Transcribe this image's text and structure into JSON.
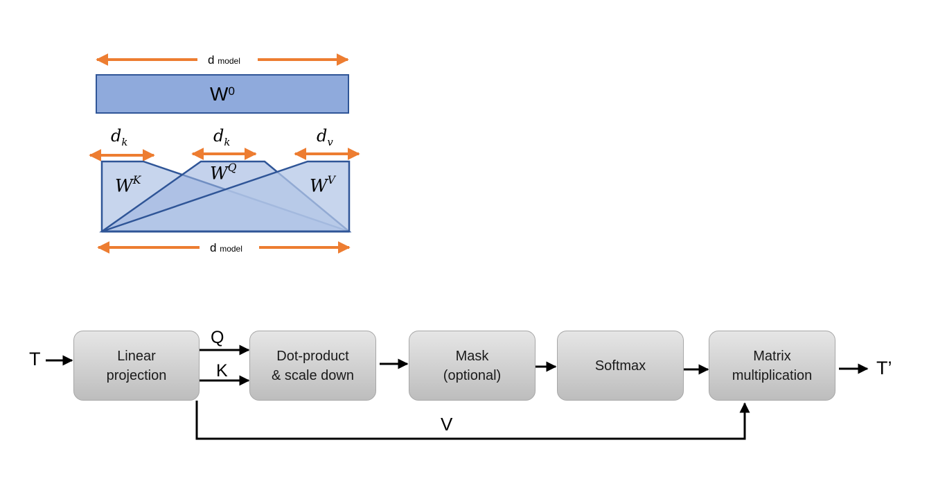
{
  "top_diagram": {
    "dmodel_top": {
      "base": "d",
      "sub": "model"
    },
    "w0": {
      "base": "W",
      "sup": "0"
    },
    "dims": [
      {
        "base": "d",
        "sub": "k"
      },
      {
        "base": "d",
        "sub": "k"
      },
      {
        "base": "d",
        "sub": "v"
      }
    ],
    "weights": [
      {
        "base": "W",
        "sup": "K"
      },
      {
        "base": "W",
        "sup": "Q"
      },
      {
        "base": "W",
        "sup": "V"
      }
    ],
    "dmodel_bottom": {
      "base": "d",
      "sub": "model"
    }
  },
  "flow": {
    "input": "T",
    "output": "T’",
    "boxes": [
      "Linear\nprojection",
      "Dot-product\n& scale down",
      "Mask\n(optional)",
      "Softmax",
      "Matrix\nmultiplication"
    ],
    "edge_labels": {
      "q": "Q",
      "k": "K",
      "v": "V"
    }
  },
  "colors": {
    "orange_arrow": "#ed7d31",
    "blue_dark": "#2f5597",
    "blue_fill": "#8faadc",
    "blue_light": "#b4c7e7"
  }
}
